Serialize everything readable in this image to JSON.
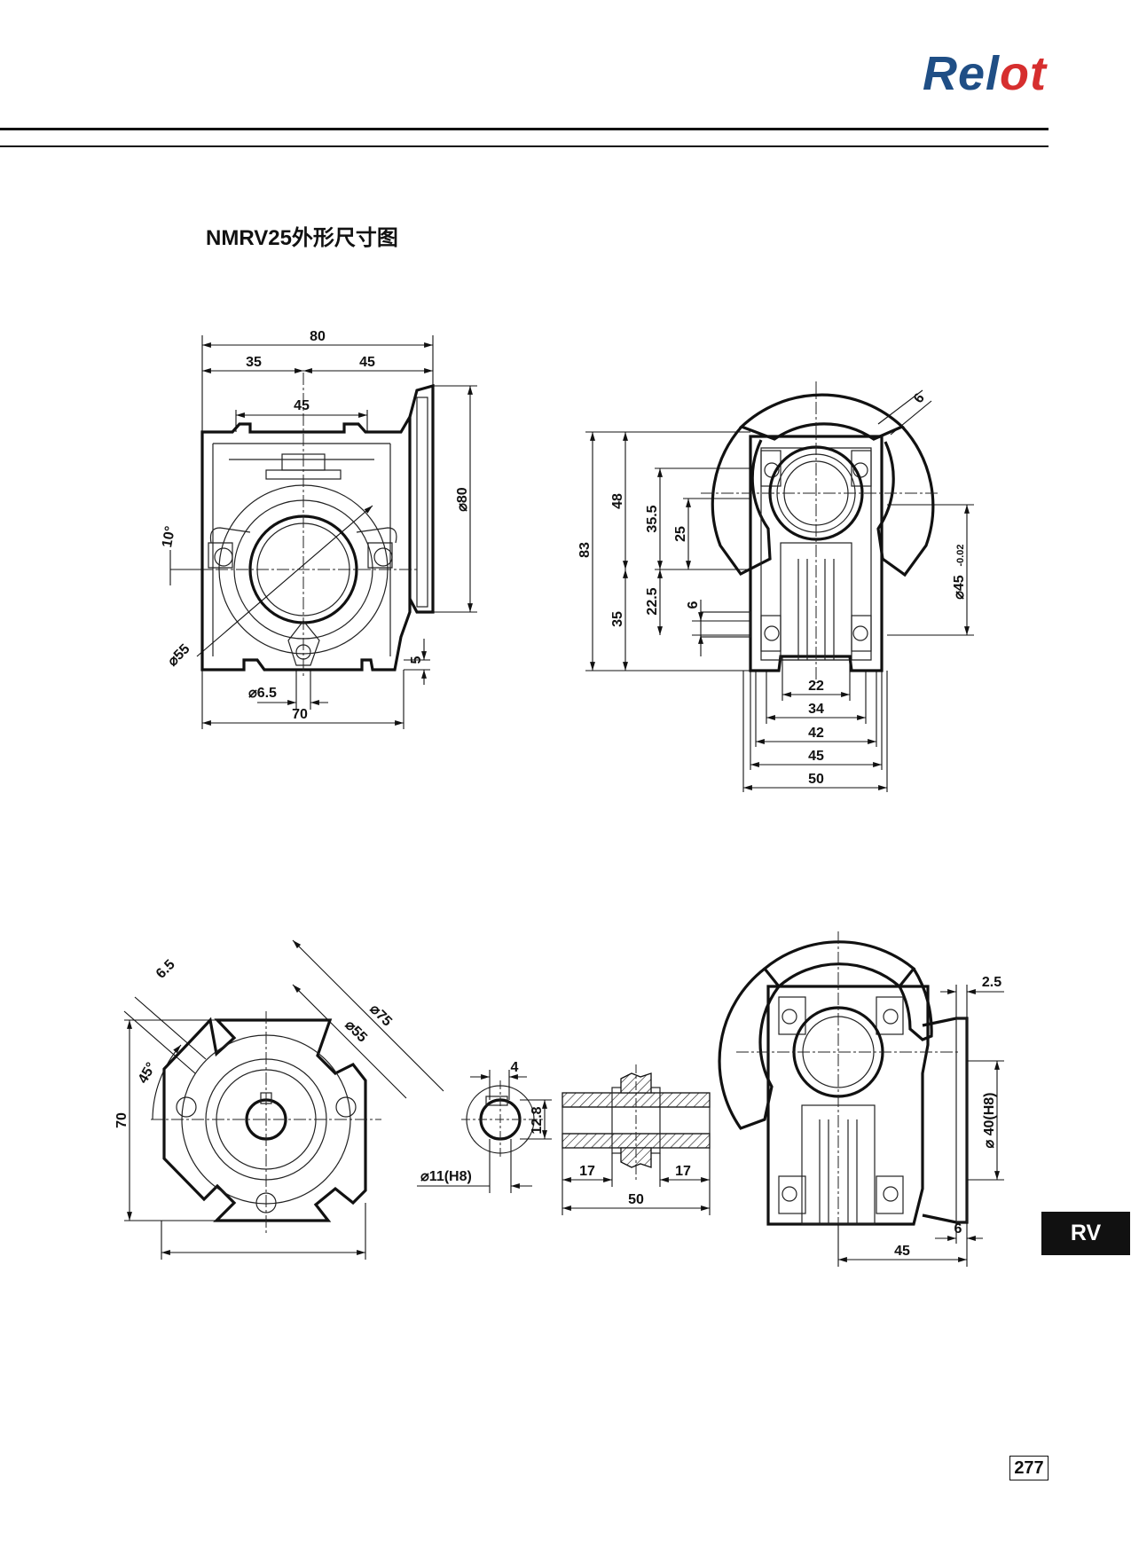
{
  "header": {
    "logo_text_1": "Rel",
    "logo_text_2": "ot"
  },
  "title": "NMRV25外形尺寸图",
  "side_tab": "RV",
  "page_number": "277",
  "view_side": {
    "d_80_top": "80",
    "d_35": "35",
    "d_45_top": "45",
    "d_45_inner": "45",
    "d_10deg": "10°",
    "d_dia55": "⌀55",
    "d_dia80": "⌀80",
    "d_5": "5",
    "d_dia65": "⌀6.5",
    "d_70": "70"
  },
  "view_front": {
    "d_6_top": "6",
    "d_83": "83",
    "d_48": "48",
    "d_355": "35.5",
    "d_25": "25",
    "d_35": "35",
    "d_225": "22.5",
    "d_6_mid": "6",
    "d_dia45": "⌀45",
    "d_dia45_tol": "-0.02",
    "d_22": "22",
    "d_34": "34",
    "d_42": "42",
    "d_45": "45",
    "d_50": "50"
  },
  "view_flange": {
    "d_65": "6.5",
    "d_75": "⌀75",
    "d_55": "⌀55",
    "d_45deg": "45°",
    "d_70": "70"
  },
  "view_bore": {
    "d_4": "4",
    "d_128": "12.8",
    "d_11": "⌀11(H8)"
  },
  "view_shaft": {
    "d_17_left": "17",
    "d_17_right": "17",
    "d_50": "50"
  },
  "view_output": {
    "d_25": "2.5",
    "d_40": "⌀ 40(H8)",
    "d_6": "6",
    "d_45": "45"
  }
}
